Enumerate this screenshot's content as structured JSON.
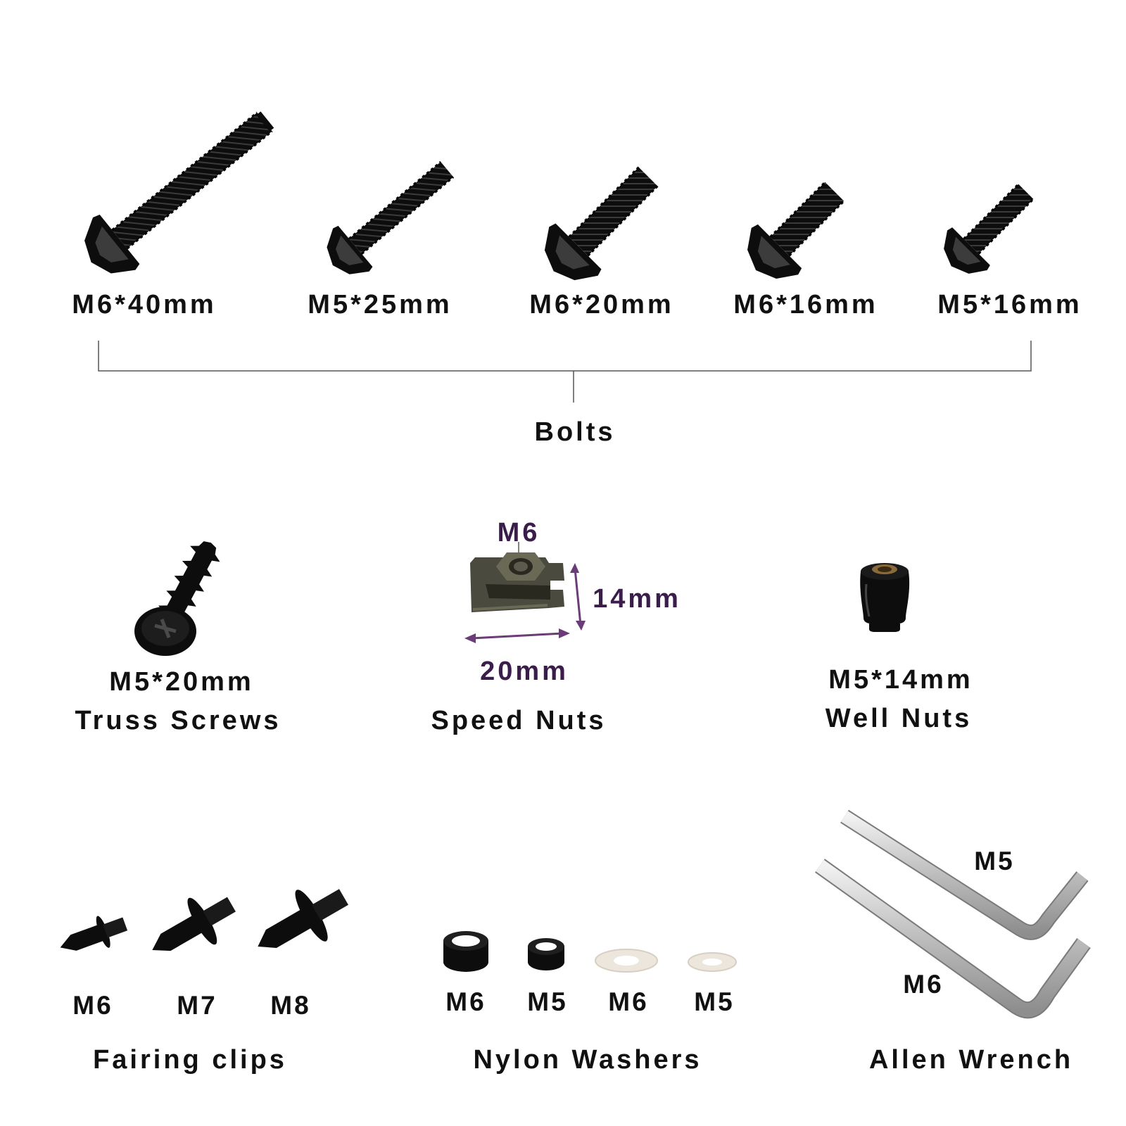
{
  "colors": {
    "hardware": "#0d0d0d",
    "hardware_highlight": "#4a4a4a",
    "speed_nut": "#5b5a4c",
    "nylon_white": "#ece6dc",
    "steel": "#c9c9c9",
    "dimension_accent": "#6a3c78",
    "text": "#111111"
  },
  "bolts": {
    "items": [
      {
        "label": "M6*40mm"
      },
      {
        "label": "M5*25mm"
      },
      {
        "label": "M6*20mm"
      },
      {
        "label": "M6*16mm"
      },
      {
        "label": "M5*16mm"
      }
    ],
    "group_label": "Bolts"
  },
  "truss_screws": {
    "size": "M5*20mm",
    "name": "Truss Screws"
  },
  "speed_nuts": {
    "thread": "M6",
    "height": "14mm",
    "width": "20mm",
    "name": "Speed Nuts"
  },
  "well_nuts": {
    "size": "M5*14mm",
    "name": "Well Nuts"
  },
  "fairing_clips": {
    "sizes": [
      "M6",
      "M7",
      "M8"
    ],
    "name": "Fairing clips"
  },
  "nylon_washers": {
    "sizes": [
      "M6",
      "M5",
      "M6",
      "M5"
    ],
    "name": "Nylon Washers"
  },
  "allen_wrench": {
    "sizes": [
      "M5",
      "M6"
    ],
    "name": "Allen Wrench"
  },
  "icons": [
    "bolt-icon",
    "truss-screw-icon",
    "speed-nut-icon",
    "well-nut-icon",
    "fairing-clip-icon",
    "nylon-washer-icon",
    "allen-wrench-icon"
  ]
}
